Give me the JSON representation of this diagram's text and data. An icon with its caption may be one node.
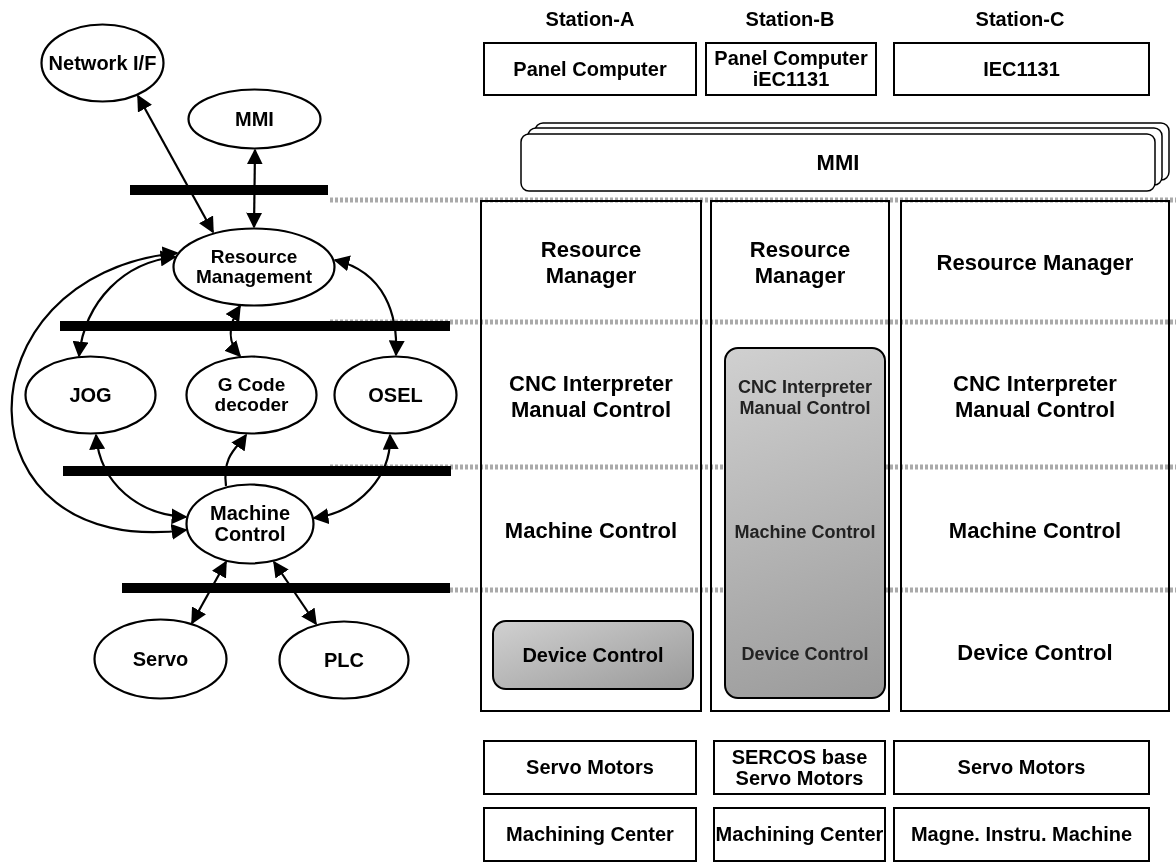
{
  "diagram": {
    "nodes": [
      {
        "text": [
          "Network I/F"
        ]
      },
      {
        "text": [
          "MMI"
        ]
      },
      {
        "text": [
          "Resource Management"
        ]
      },
      {
        "text": [
          "JOG"
        ]
      },
      {
        "text": [
          "G Code decoder"
        ]
      },
      {
        "text": [
          "OSEL"
        ]
      },
      {
        "text": [
          "Machine Control"
        ]
      },
      {
        "text": [
          "Servo"
        ]
      },
      {
        "text": [
          "PLC"
        ]
      },
      {
        "text": [
          "Panel Computer"
        ]
      },
      {
        "text": [
          "Panel Computer iEC1131"
        ]
      },
      {
        "text": [
          "IEC1131"
        ]
      },
      {
        "text": [
          "MMI"
        ]
      },
      {
        "text": [
          "Resource Manager",
          "CNC Interpreter Manual Control",
          "Machine Control"
        ]
      },
      {
        "text": [
          "Device Control"
        ],
        "in": 13
      },
      {
        "text": [
          "Resource Manager"
        ]
      },
      {
        "text": [
          "CNC Interpreter Manual Control",
          "Machine Control",
          "Device Control"
        ],
        "in": 15
      },
      {
        "text": [
          "Resource Manager",
          "CNC Interpreter Manual Control",
          "Machine Control",
          "Device Control"
        ]
      },
      {
        "text": [
          "Servo Motors"
        ]
      },
      {
        "text": [
          "SERCOS base Servo Motors"
        ]
      },
      {
        "text": [
          "Servo Motors"
        ]
      },
      {
        "text": [
          "Machining Center"
        ]
      },
      {
        "text": [
          "Machining Center"
        ]
      },
      {
        "text": [
          "Magne. Instru. Machine"
        ]
      }
    ],
    "edges": [
      {
        "from": 0,
        "to": 2,
        "arrow": "both"
      },
      {
        "from": 1,
        "to": 2,
        "arrow": "both"
      },
      {
        "from": 2,
        "to": 3,
        "arrow": "both"
      },
      {
        "from": 2,
        "to": 4,
        "arrow": "both"
      },
      {
        "from": 2,
        "to": 5,
        "arrow": "both"
      },
      {
        "from": 2,
        "to": 6,
        "arrow": "both"
      },
      {
        "from": 3,
        "to": 6,
        "arrow": "both"
      },
      {
        "from": 6,
        "to": 4,
        "arrow": "to"
      },
      {
        "from": 5,
        "to": 6,
        "arrow": "both"
      },
      {
        "from": 6,
        "to": 7,
        "arrow": "both"
      },
      {
        "from": 6,
        "to": 8,
        "arrow": "both"
      }
    ],
    "labels": [
      "Station-A",
      "Station-B",
      "Station-C"
    ]
  }
}
